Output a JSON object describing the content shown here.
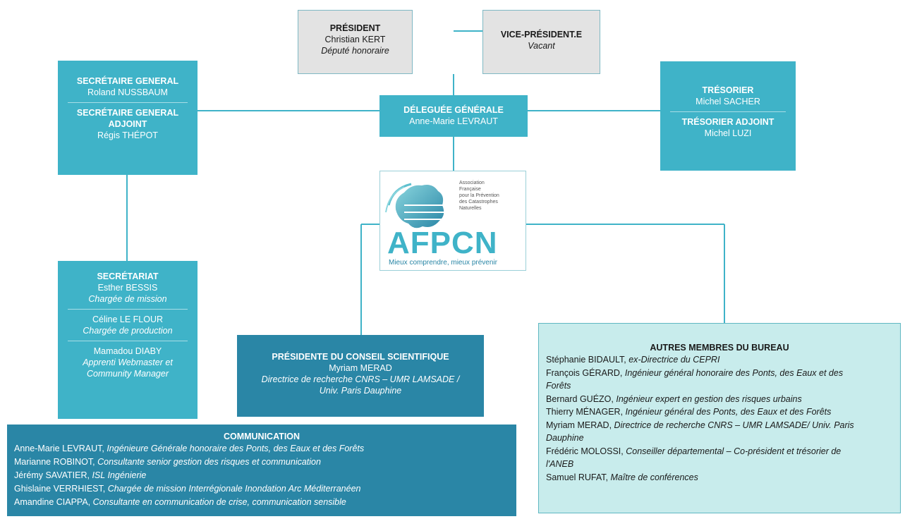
{
  "president": {
    "title": "PRÉSIDENT",
    "name": "Christian KERT",
    "role": "Député honoraire"
  },
  "vice_president": {
    "title": "VICE-PRÉSIDENT.E",
    "role": "Vacant"
  },
  "secretary": {
    "title": "SECRÉTAIRE GENERAL",
    "name": "Roland NUSSBAUM",
    "deputy_title_1": "SECRÉTAIRE GENERAL",
    "deputy_title_2": "ADJOINT",
    "deputy_name": "Régis THÉPOT"
  },
  "delegate": {
    "title": "DÉLEGUÉE GÉNÉRALE",
    "name": "Anne-Marie LEVRAUT"
  },
  "treasurer": {
    "title": "TRÉSORIER",
    "name": "Michel SACHER",
    "deputy_title": "TRÉSORIER ADJOINT",
    "deputy_name": "Michel LUZI"
  },
  "logo": {
    "tagline_1": "Association",
    "tagline_2": "Française",
    "tagline_3": "pour la Prévention",
    "tagline_4": "des Catastrophes",
    "tagline_5": "Naturelles",
    "acronym": "AFPCN",
    "motto": "Mieux comprendre, mieux prévenir"
  },
  "secretariat": {
    "title": "SECRÉTARIAT",
    "m1_name": "Esther BESSIS",
    "m1_role": "Chargée de mission",
    "m2_name": "Céline LE FLOUR",
    "m2_role": "Chargée de production",
    "m3_name": "Mamadou DIABY",
    "m3_role_1": "Apprenti Webmaster et",
    "m3_role_2": "Community Manager"
  },
  "scientific": {
    "title": "PRÉSIDENTE DU CONSEIL SCIENTIFIQUE",
    "name": "Myriam MERAD",
    "role_1": "Directrice de recherche CNRS – UMR LAMSADE /",
    "role_2": "Univ. Paris Dauphine"
  },
  "communication": {
    "title": "COMMUNICATION",
    "members": [
      {
        "name": "Anne-Marie LEVRAUT,",
        "role": "Ingénieure Générale honoraire des Ponts, des Eaux et des Forêts"
      },
      {
        "name": "Marianne ROBINOT,",
        "role": "Consultante senior gestion des risques et communication"
      },
      {
        "name": "Jérémy SAVATIER,",
        "role": "ISL Ingénierie"
      },
      {
        "name": "Ghislaine VERRHIEST,",
        "role": "Chargée de mission Interrégionale Inondation Arc Méditerranéen"
      },
      {
        "name": "Amandine CIAPPA,",
        "role": "Consultante en communication de crise, communication sensible"
      }
    ]
  },
  "bureau": {
    "title": "AUTRES MEMBRES DU BUREAU",
    "lines": [
      {
        "name": "Stéphanie BIDAULT,",
        "role": "ex-Directrice du CEPRI"
      },
      {
        "name": "François GÉRARD,",
        "role": "Ingénieur général honoraire des Ponts, des Eaux et des"
      },
      {
        "name": "",
        "role": "Forêts"
      },
      {
        "name": "Bernard GUÉZO,",
        "role": "Ingénieur expert en gestion des risques urbains"
      },
      {
        "name": "Thierry MÉNAGER,",
        "role": "Ingénieur général des Ponts, des Eaux et des Forêts"
      },
      {
        "name": "Myriam MERAD,",
        "role": "Directrice de recherche CNRS – UMR LAMSADE/ Univ. Paris"
      },
      {
        "name": "",
        "role": "Dauphine"
      },
      {
        "name": "Frédéric MOLOSSI,",
        "role": "Conseiller départemental – Co-président et trésorier de"
      },
      {
        "name": "",
        "role": "l'ANEB"
      },
      {
        "name": "Samuel RUFAT,",
        "role": "Maître de conférences"
      }
    ]
  }
}
